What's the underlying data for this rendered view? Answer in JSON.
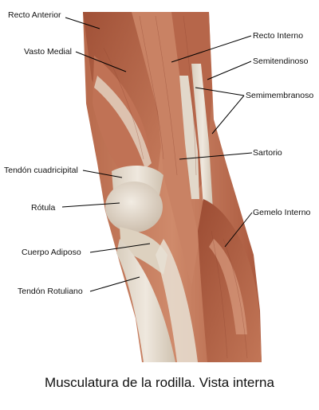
{
  "labels": {
    "recto_anterior": "Recto Anterior",
    "vasto_medial": "Vasto Medial",
    "recto_interno": "Recto  Interno",
    "semitendinoso": "Semitendinoso",
    "semimembranoso": "Semimembranoso",
    "sartorio": "Sartorio",
    "tendon_cuadricipital": "Tendón cuadricipital",
    "rotula": "Rótula",
    "gemelo_interno": "Gemelo Interno",
    "cuerpo_adiposo": "Cuerpo Adiposo",
    "tendon_rotuliano": "Tendón Rotuliano"
  },
  "caption": "Musculatura de la rodilla. Vista interna",
  "colors": {
    "muscle_dark": "#a4553a",
    "muscle_mid": "#c67b5c",
    "muscle_light": "#d9a083",
    "tendon": "#e6ddd0",
    "tendon_shadow": "#c9bba8",
    "leader_line": "#000000"
  }
}
